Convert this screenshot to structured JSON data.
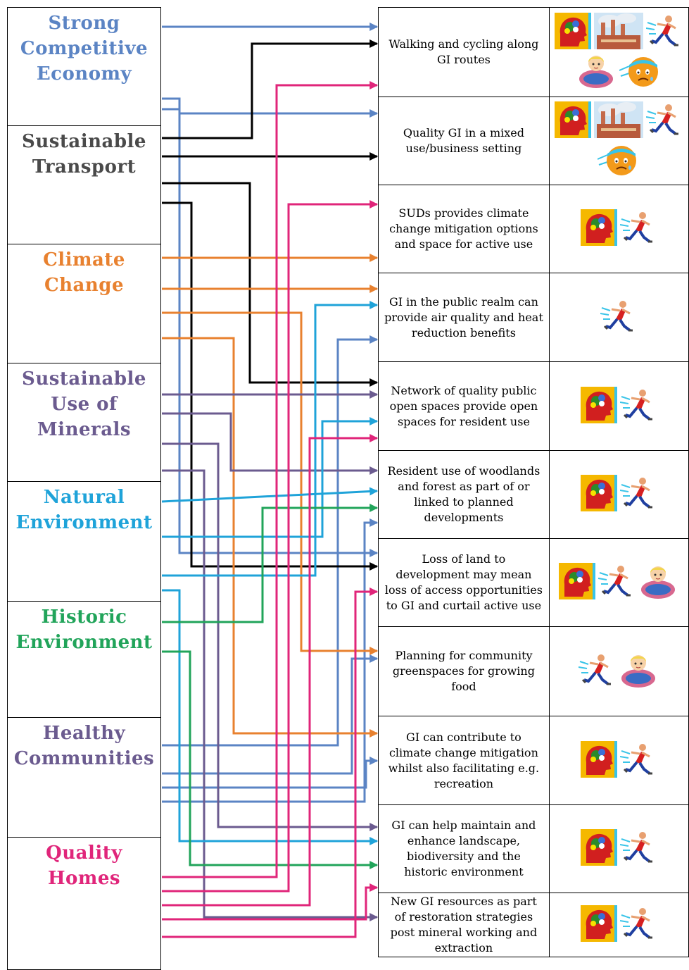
{
  "categories": [
    {
      "label": "Strong\nCompetitive\nEconomy",
      "color": "#5b84c4"
    },
    {
      "label": "Sustainable\nTransport",
      "color": "#4a4a4a"
    },
    {
      "label": "Climate\nChange",
      "color": "#e8812f"
    },
    {
      "label": "Sustainable\nUse of\nMinerals",
      "color": "#6b5b8f"
    },
    {
      "label": "Natural\nEnvironment",
      "color": "#1fa3d9"
    },
    {
      "label": "Historic\nEnvironment",
      "color": "#21a45a"
    },
    {
      "label": "Healthy\nCommunities",
      "color": "#6b5b8f"
    },
    {
      "label": "Quality\nHomes",
      "color": "#e0257a"
    }
  ],
  "outcomes": [
    {
      "text": "Walking and cycling along GI routes",
      "icons": [
        "brain-icon",
        "factory-icon",
        "runner-icon",
        "overweight-child-icon",
        "sick-face-icon"
      ]
    },
    {
      "text": "Quality GI in a mixed use/business setting",
      "icons": [
        "brain-icon",
        "factory-icon",
        "runner-icon",
        "sick-face-icon"
      ]
    },
    {
      "text": "SUDs provides climate change mitigation options and space for active use",
      "icons": [
        "brain-icon",
        "runner-icon"
      ]
    },
    {
      "text": "GI in the public realm can provide air quality and heat reduction benefits",
      "icons": [
        "runner-icon"
      ]
    },
    {
      "text": "Network of quality public open spaces provide open spaces for resident use",
      "icons": [
        "brain-icon",
        "runner-icon"
      ]
    },
    {
      "text": "Resident use of woodlands and forest as part of or linked to planned developments",
      "icons": [
        "brain-icon",
        "runner-icon"
      ]
    },
    {
      "text": "Loss of land to development may mean loss of access opportunities to GI and curtail active use",
      "icons": [
        "brain-icon",
        "runner-icon",
        "overweight-child-icon"
      ]
    },
    {
      "text": "Planning for community greenspaces for growing food",
      "icons": [
        "runner-icon",
        "overweight-child-icon"
      ]
    },
    {
      "text": "GI can contribute to climate change mitigation whilst also facilitating e.g. recreation",
      "icons": [
        "brain-icon",
        "runner-icon"
      ]
    },
    {
      "text": "GI can help maintain and enhance landscape, biodiversity and the historic environment",
      "icons": [
        "brain-icon",
        "runner-icon"
      ]
    },
    {
      "text": "New GI resources as part of restoration strategies post mineral working and extraction",
      "icons": [
        "brain-icon",
        "runner-icon"
      ]
    }
  ]
}
